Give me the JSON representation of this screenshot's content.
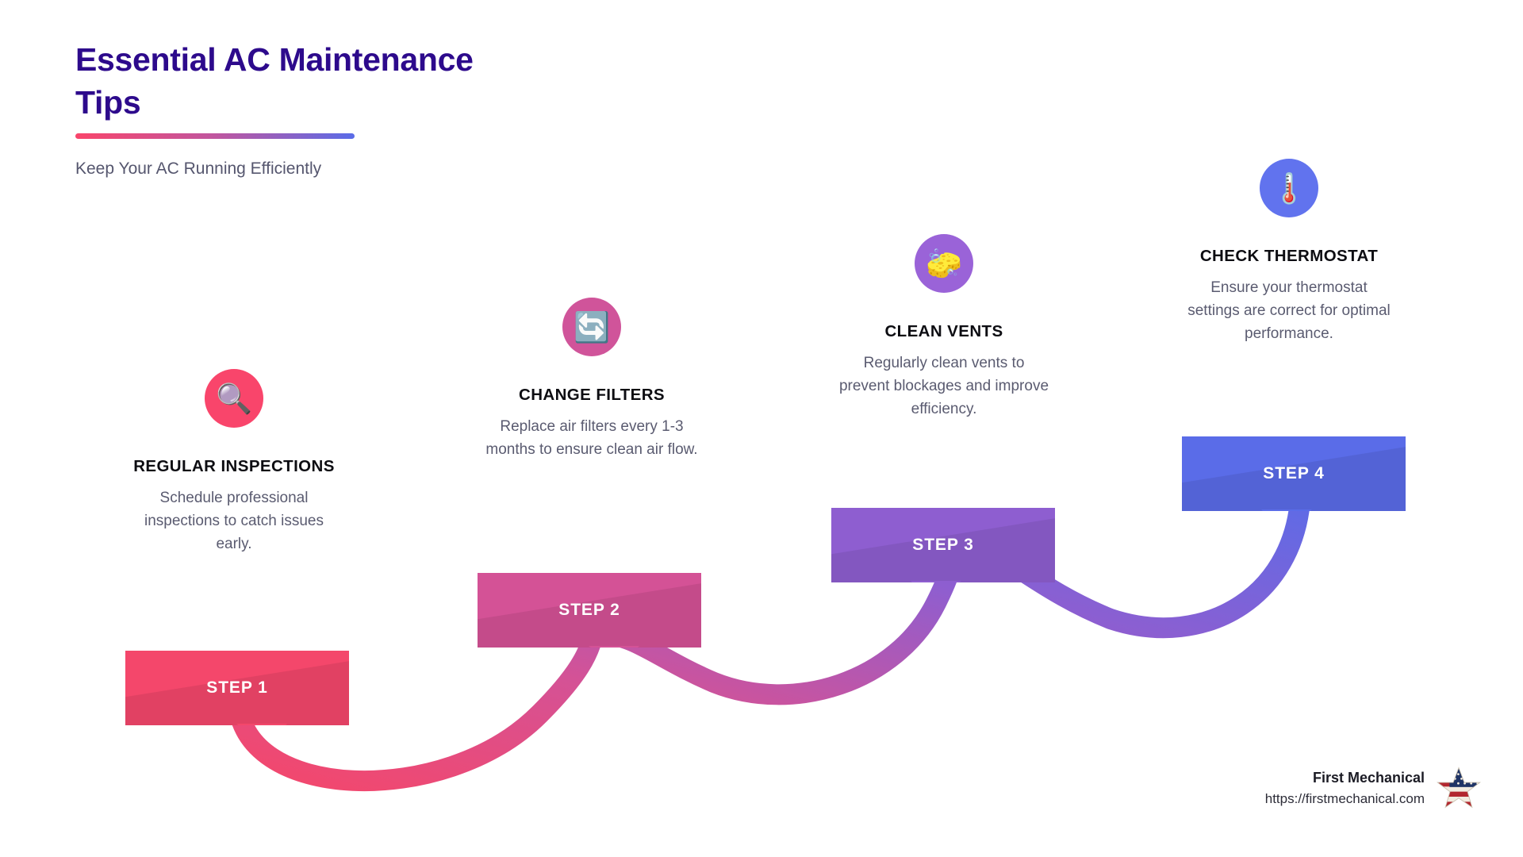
{
  "header": {
    "title": "Essential AC Maintenance Tips",
    "subtitle": "Keep Your AC Running Efficiently",
    "rule_gradient": [
      "#f9456b",
      "#5a6ce8"
    ]
  },
  "steps": [
    {
      "icon": "magnifying-glass",
      "icon_glyph": "🔍",
      "circle_color": "#f9456b",
      "heading": "REGULAR INSPECTIONS",
      "description": "Schedule professional inspections to catch issues early.",
      "banner_label": "STEP 1",
      "banner_color": "#f4476b"
    },
    {
      "icon": "refresh-arrows",
      "icon_glyph": "🔄",
      "circle_color": "#d0549a",
      "heading": "CHANGE FILTERS",
      "description": "Replace air filters every 1-3 months to ensure clean air flow.",
      "banner_label": "STEP 2",
      "banner_color": "#d45296"
    },
    {
      "icon": "sponge",
      "icon_glyph": "🧽",
      "circle_color": "#9a63d8",
      "heading": "CLEAN VENTS",
      "description": "Regularly clean vents to prevent blockages and improve efficiency.",
      "banner_label": "STEP 3",
      "banner_color": "#8e5ed0"
    },
    {
      "icon": "thermometer",
      "icon_glyph": "🌡️",
      "circle_color": "#6173ee",
      "heading": "CHECK THERMOSTAT",
      "description": "Ensure your thermostat settings are correct for optimal performance.",
      "banner_label": "STEP 4",
      "banner_color": "#5a6ce8"
    }
  ],
  "connector": {
    "gradient_stops": [
      "#f4476b",
      "#d45296",
      "#8e5ed0",
      "#5a6ce8"
    ]
  },
  "footer": {
    "brand": "First Mechanical",
    "url": "https://firstmechanical.com",
    "logo": "usa-flag-star-logo"
  }
}
